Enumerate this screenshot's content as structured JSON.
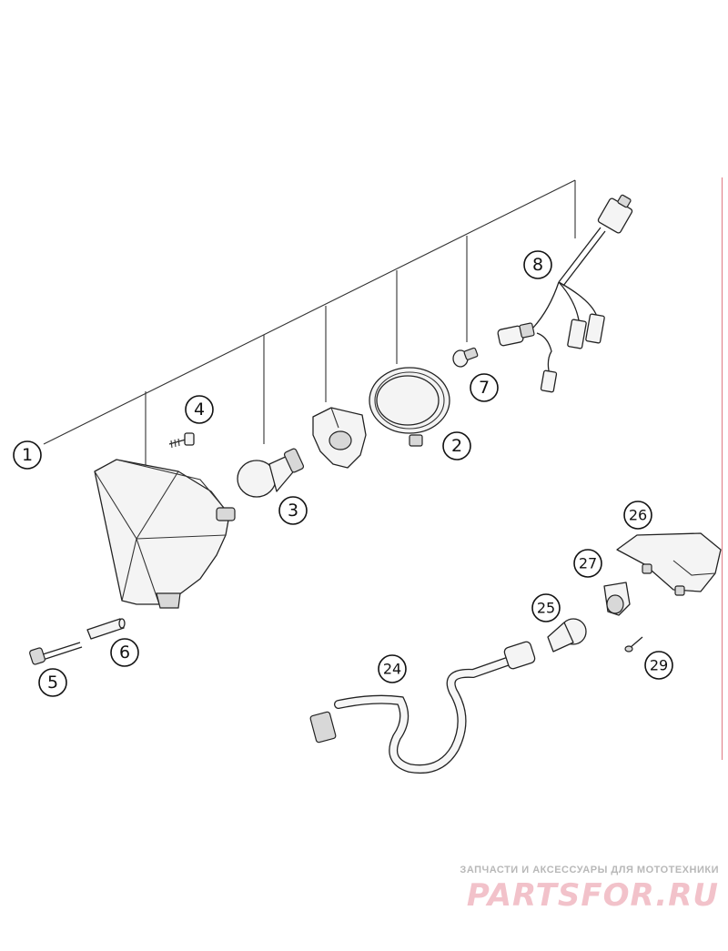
{
  "callouts": [
    {
      "id": "c1",
      "label": "1"
    },
    {
      "id": "c2",
      "label": "2"
    },
    {
      "id": "c3",
      "label": "3"
    },
    {
      "id": "c4",
      "label": "4"
    },
    {
      "id": "c5",
      "label": "5"
    },
    {
      "id": "c6",
      "label": "6"
    },
    {
      "id": "c7",
      "label": "7"
    },
    {
      "id": "c8",
      "label": "8"
    },
    {
      "id": "c24",
      "label": "24"
    },
    {
      "id": "c25",
      "label": "25"
    },
    {
      "id": "c26",
      "label": "26"
    },
    {
      "id": "c27",
      "label": "27"
    },
    {
      "id": "c29",
      "label": "29"
    }
  ],
  "watermark": {
    "tagline": "ЗАПЧАСТИ И АКСЕССУАРЫ ДЛЯ МОТОТЕХНИКИ",
    "logo": "PARTSFOR.RU"
  },
  "colors": {
    "watermark_logo": "#f2c2ca",
    "edge_line": "#e07a84"
  }
}
